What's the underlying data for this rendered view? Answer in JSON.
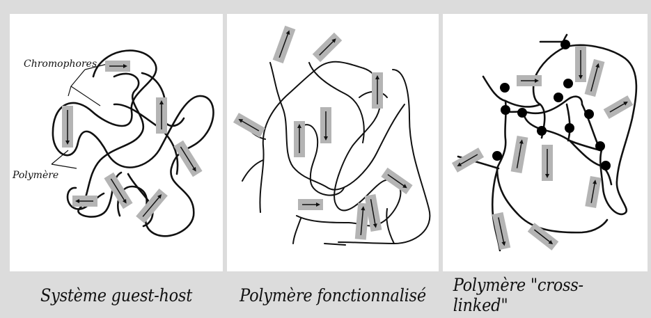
{
  "panels": [
    {
      "caption": "Système guest-host",
      "labels": {
        "chromophores": "Chromophores",
        "polymer": "Polymère"
      }
    },
    {
      "caption": "Polymère fonctionnalisé"
    },
    {
      "caption": "Polymère \"cross-linked\""
    }
  ],
  "colors": {
    "background": "#dcdcdc",
    "panel": "#ffffff",
    "chromophore": "#b4b4b4",
    "ink": "#111111"
  }
}
